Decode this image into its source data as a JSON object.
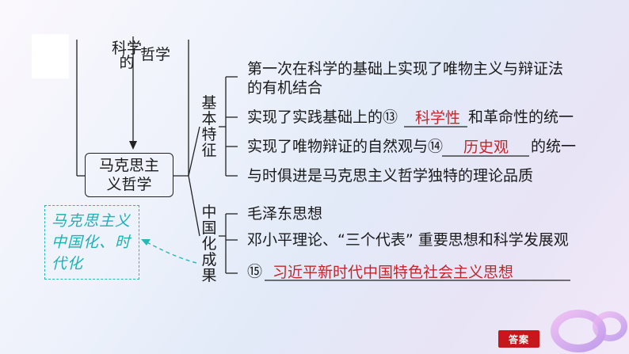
{
  "top_label": {
    "left": "科学的",
    "right": "哲学"
  },
  "center_node": "马克思主义哲学",
  "handwritten_note": "马克思主义中国化、时代化",
  "branch_features": {
    "label": "基本特征",
    "items": [
      {
        "line1": "第一次在科学的基础上实现了唯物主义与辩证法",
        "line2": "的有机结合"
      },
      {
        "prefix": "实现了实践基础上的⑬",
        "answer": "科学性",
        "suffix": "和革命性的统一"
      },
      {
        "prefix": "实现了唯物辩证的自然观与⑭",
        "answer": "历史观",
        "suffix": "的统一"
      },
      {
        "text": "与时俱进是马克思主义哲学独特的理论品质"
      }
    ]
  },
  "branch_sinicization": {
    "label": "中国化成果",
    "items": [
      {
        "text": "毛泽东思想"
      },
      {
        "text": "邓小平理论、“三个代表” 重要思想和科学发展观"
      },
      {
        "prefix": "⑮",
        "answer": "习近平新时代中国特色社会主义思想"
      }
    ]
  },
  "answer_button": "答案",
  "colors": {
    "answer_red": "#c0272d",
    "note_teal": "#1fb0b3",
    "button_red": "#c8161d"
  }
}
